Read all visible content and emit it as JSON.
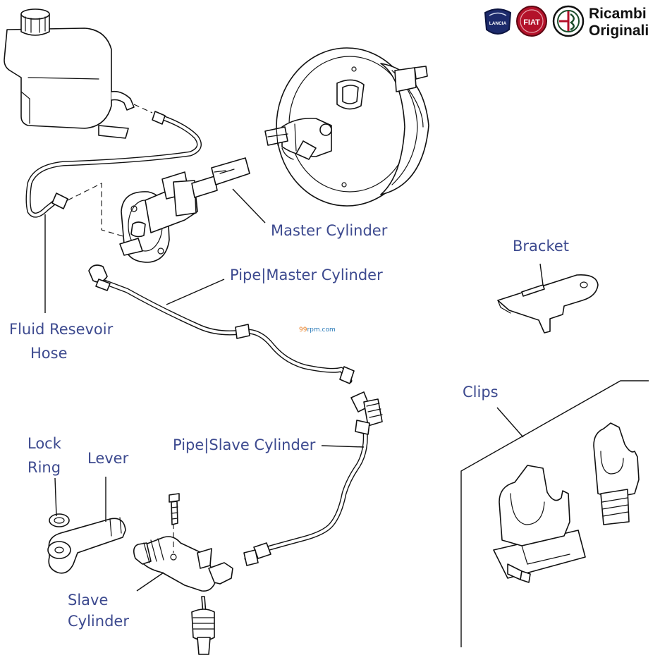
{
  "labels": {
    "master_cylinder": "Master Cylinder",
    "pipe_master_cylinder": "Pipe|Master Cylinder",
    "bracket": "Bracket",
    "fluid_reservoir_hose_line1": "Fluid Resevoir",
    "fluid_reservoir_hose_line2": "Hose",
    "clips": "Clips",
    "pipe_slave_cylinder": "Pipe|Slave Cylinder",
    "lock_ring_line1": "Lock",
    "lock_ring_line2": "Ring",
    "lever": "Lever",
    "slave_cylinder_line1": "Slave",
    "slave_cylinder_line2": "Cylinder"
  },
  "brand": {
    "line1": "Ricambi",
    "line2": "Originali",
    "logos": [
      "lancia-logo",
      "fiat-logo",
      "alfa-romeo-logo"
    ],
    "fiat_badge_text": "FIAT",
    "lancia_badge_text": "LANCIA",
    "lancia_color": "#1c2a6b",
    "fiat_color": "#b3122a",
    "alfa_color": "#1b4d2b"
  },
  "watermark": {
    "prefix": "99",
    "suffix": "rpm",
    "domain": ".com",
    "color_prefix": "#e87c1e",
    "color_suffix": "#2a7ab8"
  },
  "label_color": "#3d4a8f"
}
